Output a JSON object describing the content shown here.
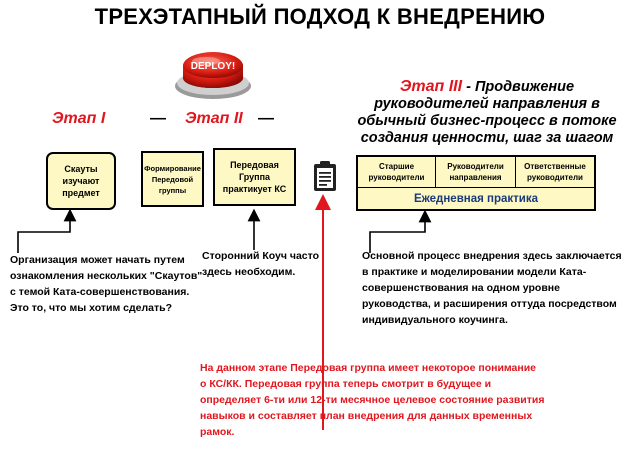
{
  "title": "ТРЕХЭТАПНЫЙ ПОДХОД К ВНЕДРЕНИЮ",
  "deploy_button": {
    "label": "DEPLOY!"
  },
  "stages": {
    "stage1_label": "Этап I",
    "stage2_label": "Этап II",
    "stage3_label": "Этап III",
    "stage3_title": "Продвижение руководителей направления в обычный бизнес-процесс в потоке создания ценности, шаг за шагом"
  },
  "boxes": {
    "scouts": "Скауты изучают предмет",
    "forming": "Формирование Передовой группы",
    "practice": "Передовая Группа практикует КС"
  },
  "grid": {
    "cells": [
      "Старшие руководители",
      "Руководители направления",
      "Ответственные руководители"
    ],
    "bottom": "Ежедневная практика"
  },
  "notes": {
    "stage1": "Организация может начать путем ознакомления нескольких \"Скаутов\" с темой Ката-совершенствования. Это то, что мы хотим сделать?",
    "coach": "Сторонний Коуч часто здесь необходим.",
    "stage3": "Основной процесс внедрения здесь заключается в практике и моделировании модели Ката-совершенствования на одном уровне руководства, и расширения оттуда посредством индивидуального коучинга.",
    "plan": "На данном этапе Передовая группа имеет некоторое понимание о КС/КК. Передовая группа теперь смотрит в будущее и определяет 6-ти или 12-ти месячное целевое состояние развития навыков и составляет план внедрения для данных временных рамок."
  },
  "colors": {
    "accent_red": "#e0171f",
    "box_fill": "#fdf8c4",
    "grid_text": "#1a3a7a"
  },
  "icons": [
    "deploy-button-icon",
    "clipboard-icon",
    "arrow-up-icon"
  ]
}
